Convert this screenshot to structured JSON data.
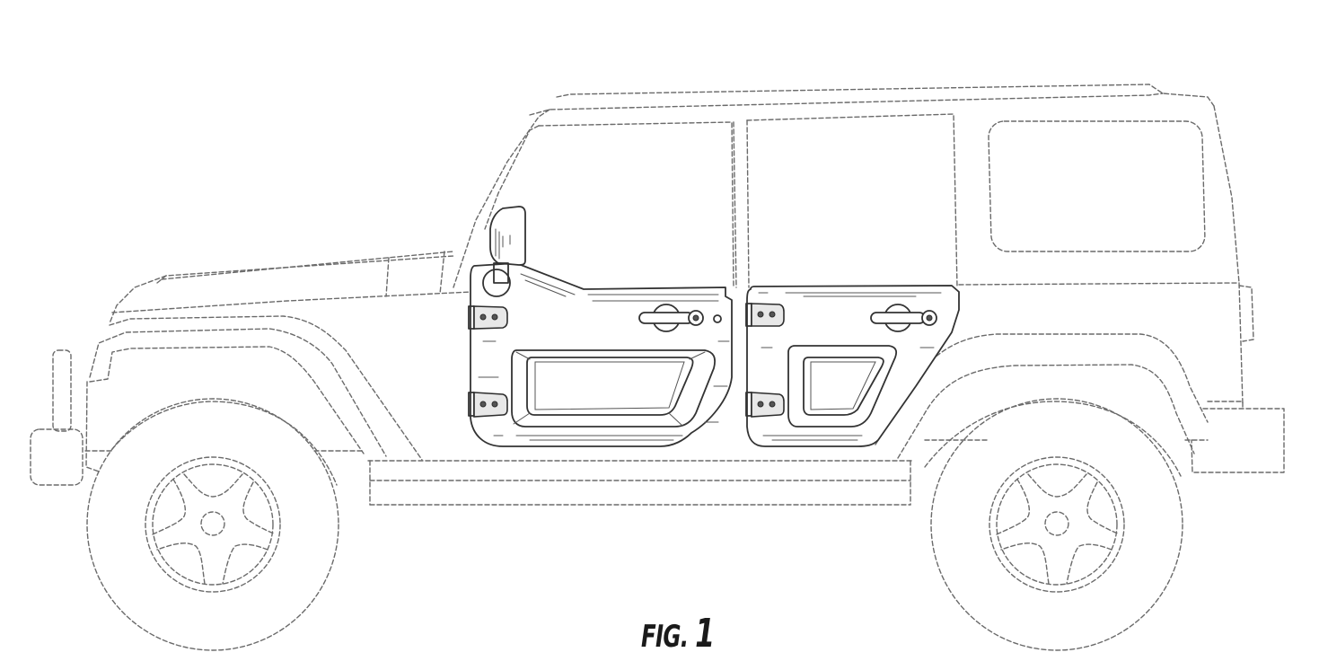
{
  "figure": {
    "label_prefix": "FIG.",
    "label_number": "1",
    "line_color": "#333333",
    "environment_line_color": "#6a6a6a",
    "background": "#ffffff"
  },
  "components": {
    "claimed": [
      "front-door",
      "rear-door",
      "side-mirror",
      "door-hinges",
      "door-handles",
      "door-windows"
    ],
    "environment": [
      "vehicle-body",
      "roof",
      "hood",
      "front-fender",
      "rear-fender",
      "front-wheel",
      "rear-wheel",
      "rocker-panel",
      "rear-quarter-window",
      "front-bumper",
      "rear-bumper"
    ]
  }
}
